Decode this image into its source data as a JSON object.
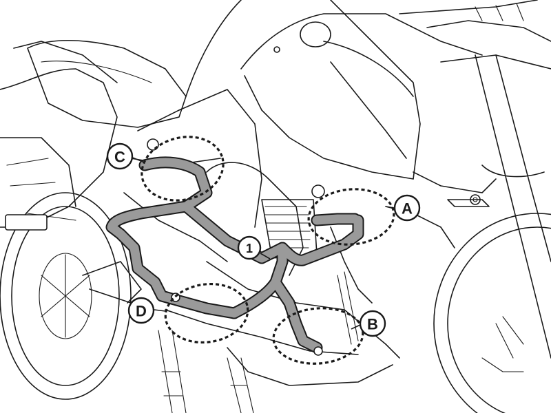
{
  "callouts": {
    "a": "A",
    "b": "B",
    "c": "C",
    "d": "D",
    "part": "1"
  },
  "colors": {
    "line": "#1a1a1a",
    "bar": "#9a9a9a",
    "background": "#ffffff"
  }
}
